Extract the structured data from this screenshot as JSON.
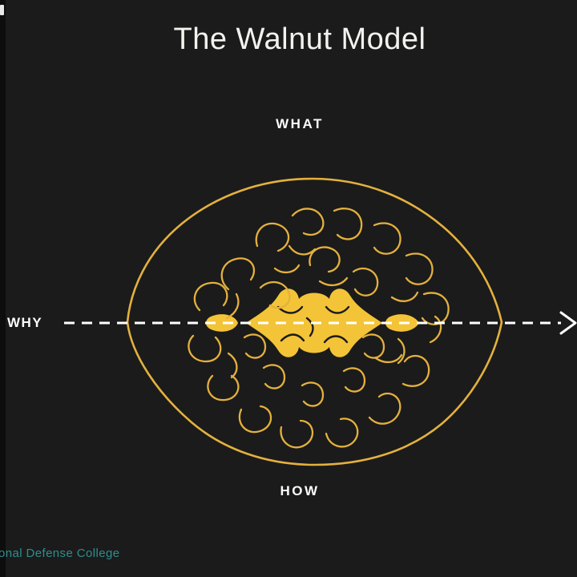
{
  "title": "The Walnut Model",
  "labels": {
    "top": "WHAT",
    "left": "WHY",
    "bottom": "HOW"
  },
  "footer": {
    "text": "onal Defense College"
  },
  "colors": {
    "bg": "#1b1b1b",
    "strip": "#0d0d0d",
    "title": "#f2f2ef",
    "label": "#fdfdfd",
    "walnut": "#e4b13e",
    "walnut-fill": "#f3c437",
    "axis": "#ffffff",
    "footer": "#2f8e8e"
  },
  "diagram": {
    "type": "concept-diagram",
    "subject": "walnut cross-section illustration",
    "axis": "dashed horizontal arrow labeled WHY pointing right through the walnut"
  }
}
